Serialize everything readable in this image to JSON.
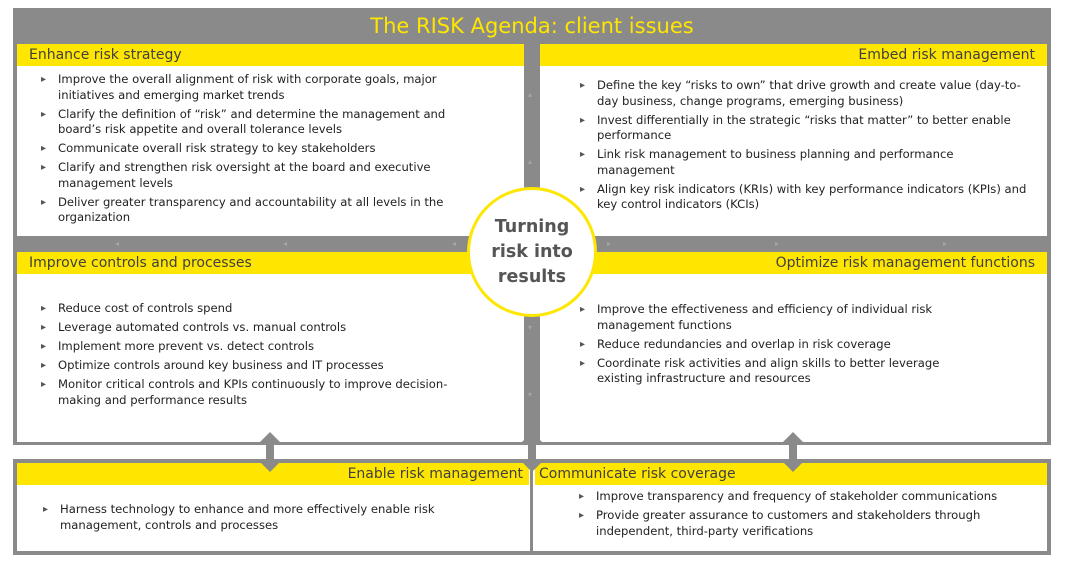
{
  "title": "The RISK Agenda: client issues",
  "center": {
    "lines": [
      "Turning",
      "risk into",
      "results"
    ]
  },
  "quadrants": {
    "top_left": {
      "title": "Enhance risk strategy",
      "items": [
        "Improve the overall alignment of risk with corporate goals, major initiatives and emerging market trends",
        "Clarify the definition of “risk” and determine the management and board’s risk appetite and overall tolerance levels",
        "Communicate overall risk strategy to key stakeholders",
        "Clarify and strengthen risk oversight at the board and executive management levels",
        "Deliver greater transparency and accountability at all levels in the organization"
      ]
    },
    "top_right": {
      "title": "Embed risk management",
      "items": [
        "Define the key “risks to own” that drive growth and create value (day-to-day business, change programs, emerging business)",
        "Invest differentially in the strategic “risks that matter” to better enable performance",
        "Link risk management to business planning and performance management",
        "Align key risk indicators (KRIs) with key performance indicators (KPIs) and key control indicators (KCIs)"
      ]
    },
    "bottom_left": {
      "title": "Improve controls and processes",
      "items": [
        "Reduce cost of controls spend",
        "Leverage automated controls vs. manual controls",
        "Implement more prevent vs. detect controls",
        "Optimize controls around key business and IT processes",
        "Monitor critical controls and KPIs continuously to improve decision-making and performance results"
      ]
    },
    "bottom_right": {
      "title": "Optimize risk management functions",
      "items": [
        "Improve the effectiveness and efficiency of individual risk management functions",
        "Reduce redundancies and overlap in risk coverage",
        "Coordinate risk activities and align skills to better leverage existing infrastructure and resources"
      ]
    }
  },
  "bottom": {
    "left": {
      "title": "Enable risk management",
      "items": [
        "Harness technology to enhance and more effectively enable risk management, controls and processes"
      ]
    },
    "right": {
      "title": "Communicate risk coverage",
      "items": [
        "Improve transparency and frequency of stakeholder communications",
        "Provide greater assurance to customers and stakeholders through independent, third-party verifications"
      ]
    }
  },
  "colors": {
    "accent": "#ffe600",
    "frame": "#8a8a8a",
    "text": "#222222",
    "circle_text": "#555555"
  },
  "glyphs": {
    "bullet": "▸",
    "tri_left": "◂",
    "tri_right": "▸",
    "tri_up": "▴",
    "tri_down": "▾"
  }
}
